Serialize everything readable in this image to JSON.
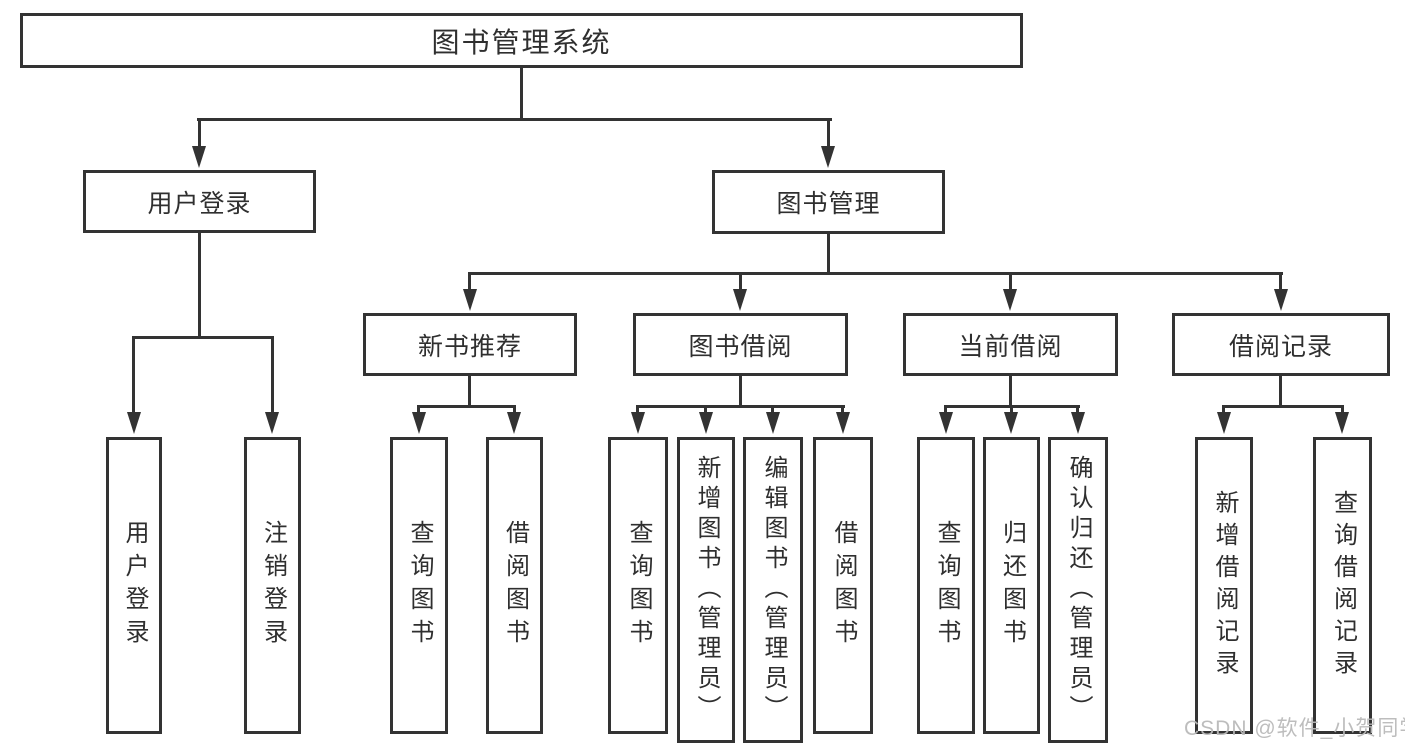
{
  "diagram": {
    "root": {
      "label": "图书管理系统"
    },
    "branches": [
      {
        "label": "用户登录",
        "children": [
          {
            "label": "用户登录"
          },
          {
            "label": "注销登录"
          }
        ]
      },
      {
        "label": "图书管理",
        "children": [
          {
            "label": "新书推荐",
            "children": [
              {
                "label": "查询图书"
              },
              {
                "label": "借阅图书"
              }
            ]
          },
          {
            "label": "图书借阅",
            "children": [
              {
                "label": "查询图书"
              },
              {
                "label": "新增图书（管理员）"
              },
              {
                "label": "编辑图书（管理员）"
              },
              {
                "label": "借阅图书"
              }
            ]
          },
          {
            "label": "当前借阅",
            "children": [
              {
                "label": "查询图书"
              },
              {
                "label": "归还图书"
              },
              {
                "label": "确认归还（管理员）"
              }
            ]
          },
          {
            "label": "借阅记录",
            "children": [
              {
                "label": "新增借阅记录"
              },
              {
                "label": "查询借阅记录"
              }
            ]
          }
        ]
      }
    ],
    "watermark": "CSDN @软件_小贺同学",
    "colors": {
      "line": "#333333",
      "background": "#ffffff",
      "watermark": "#b9b9b9"
    }
  }
}
